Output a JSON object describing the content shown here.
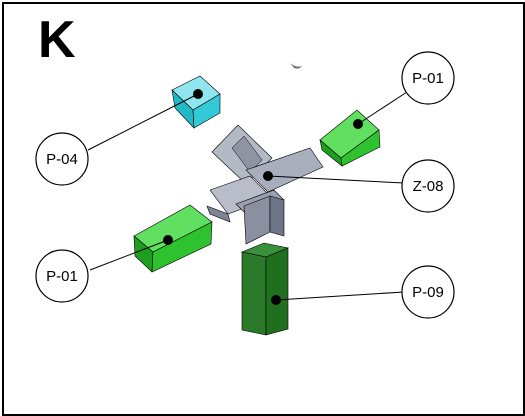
{
  "panel": {
    "letter": "K"
  },
  "callouts": [
    {
      "label": "P-04",
      "part": "cyan-end-cap"
    },
    {
      "label": "P-01",
      "part": "green-cap-upper-right"
    },
    {
      "label": "Z-08",
      "part": "grey-cross-connector"
    },
    {
      "label": "P-01",
      "part": "green-cap-lower-left"
    },
    {
      "label": "P-09",
      "part": "green-post"
    }
  ],
  "colors": {
    "cyan_part": "#33c9d6",
    "green_part": "#2ec22e",
    "dark_green_part": "#1f6f1f",
    "connector_grey": "#9aa0b0",
    "outline": "#000000"
  }
}
